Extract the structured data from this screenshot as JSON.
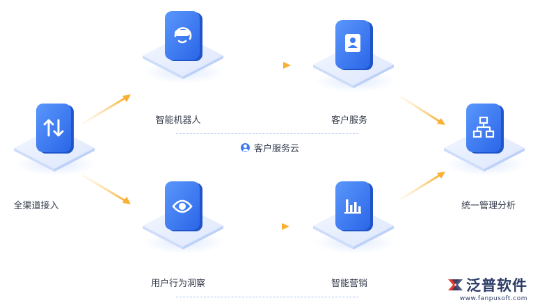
{
  "nodes": {
    "channel": {
      "label": "全渠道接入",
      "icon": "swap-arrows-icon"
    },
    "robot": {
      "label": "智能机器人",
      "icon": "robot-icon"
    },
    "service": {
      "label": "客户服务",
      "icon": "agent-card-icon"
    },
    "insight": {
      "label": "用户行为洞察",
      "icon": "eye-icon"
    },
    "marketing": {
      "label": "智能营销",
      "icon": "bar-chart-icon"
    },
    "analysis": {
      "label": "统一管理分析",
      "icon": "flowchart-icon"
    }
  },
  "groups": {
    "cloud": {
      "label": "客户服务云",
      "icon": "user-icon"
    }
  },
  "brand": {
    "name": "泛普软件",
    "url": "www.fanpusoft.com"
  },
  "colors": {
    "accent": "#3c7cf2",
    "arrow": "#f9b840",
    "platform": "#dfe9fd",
    "dash": "#a9c2f2",
    "brand_red": "#e03a2e",
    "brand_navy": "#2a3a64"
  }
}
